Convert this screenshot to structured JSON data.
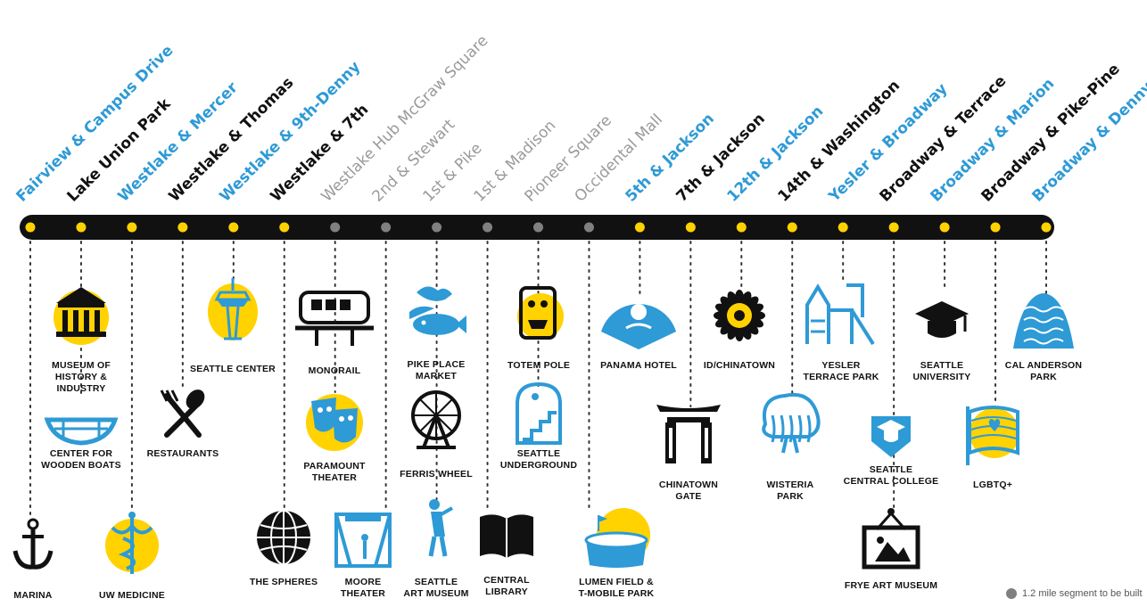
{
  "colors": {
    "accent_blue": "#2e9ad6",
    "yellow": "#ffd200",
    "line_black": "#111111",
    "future_gray": "#808080"
  },
  "stops": [
    {
      "name": "Fairview & Campus Drive",
      "status": "existing",
      "style": "blue"
    },
    {
      "name": "Lake Union Park",
      "status": "existing",
      "style": "black"
    },
    {
      "name": "Westlake & Mercer",
      "status": "existing",
      "style": "blue"
    },
    {
      "name": "Westlake & Thomas",
      "status": "existing",
      "style": "black"
    },
    {
      "name": "Westlake & 9th-Denny",
      "status": "existing",
      "style": "blue"
    },
    {
      "name": "Westlake & 7th",
      "status": "existing",
      "style": "black"
    },
    {
      "name": "Westlake Hub McGraw Square",
      "status": "future",
      "style": "gray"
    },
    {
      "name": "2nd & Stewart",
      "status": "future",
      "style": "gray"
    },
    {
      "name": "1st & Pike",
      "status": "future",
      "style": "gray"
    },
    {
      "name": "1st & Madison",
      "status": "future",
      "style": "gray"
    },
    {
      "name": "Pioneer Square",
      "status": "future",
      "style": "gray"
    },
    {
      "name": "Occidental Mall",
      "status": "future",
      "style": "gray"
    },
    {
      "name": "5th & Jackson",
      "status": "existing",
      "style": "blue"
    },
    {
      "name": "7th & Jackson",
      "status": "existing",
      "style": "black"
    },
    {
      "name": "12th & Jackson",
      "status": "existing",
      "style": "blue"
    },
    {
      "name": "14th & Washington",
      "status": "existing",
      "style": "black"
    },
    {
      "name": "Yesler & Broadway",
      "status": "existing",
      "style": "blue"
    },
    {
      "name": "Broadway & Terrace",
      "status": "existing",
      "style": "black"
    },
    {
      "name": "Broadway & Marion",
      "status": "existing",
      "style": "blue"
    },
    {
      "name": "Broadway & Pike-Pine",
      "status": "existing",
      "style": "black"
    },
    {
      "name": "Broadway & Denny",
      "status": "existing",
      "style": "blue"
    }
  ],
  "landmarks": [
    {
      "label": "MARINA",
      "icon": "anchor-icon",
      "stop": 0
    },
    {
      "label": "MUSEUM OF\nHISTORY &\nINDUSTRY",
      "icon": "museum-icon",
      "stop": 1
    },
    {
      "label": "CENTER FOR\nWOODEN BOATS",
      "icon": "boat-icon",
      "stop": 1
    },
    {
      "label": "UW MEDICINE",
      "icon": "caduceus-icon",
      "stop": 2
    },
    {
      "label": "RESTAURANTS",
      "icon": "fork-spoon-icon",
      "stop": 3
    },
    {
      "label": "SEATTLE CENTER",
      "icon": "space-needle-icon",
      "stop": 4
    },
    {
      "label": "THE SPHERES",
      "icon": "globe-icon",
      "stop": 5
    },
    {
      "label": "MONORAIL",
      "icon": "monorail-icon",
      "stop": 6
    },
    {
      "label": "PARAMOUNT\nTHEATER",
      "icon": "theater-masks-icon",
      "stop": 6
    },
    {
      "label": "MOORE\nTHEATER",
      "icon": "stage-curtain-icon",
      "stop": 7
    },
    {
      "label": "PIKE PLACE\nMARKET",
      "icon": "fish-icon",
      "stop": 8
    },
    {
      "label": "FERRIS WHEEL",
      "icon": "ferris-wheel-icon",
      "stop": 8
    },
    {
      "label": "SEATTLE\nART MUSEUM",
      "icon": "hammering-man-icon",
      "stop": 8
    },
    {
      "label": "CENTRAL\nLIBRARY",
      "icon": "book-icon",
      "stop": 9
    },
    {
      "label": "TOTEM POLE",
      "icon": "totem-icon",
      "stop": 10
    },
    {
      "label": "SEATTLE\nUNDERGROUND",
      "icon": "stairs-icon",
      "stop": 10
    },
    {
      "label": "LUMEN FIELD &\nT-MOBILE PARK",
      "icon": "stadium-icon",
      "stop": 11
    },
    {
      "label": "PANAMA HOTEL",
      "icon": "fan-icon",
      "stop": 12
    },
    {
      "label": "CHINATOWN\nGATE",
      "icon": "gate-icon",
      "stop": 13
    },
    {
      "label": "ID/CHINATOWN",
      "icon": "chrysanthemum-icon",
      "stop": 14
    },
    {
      "label": "WISTERIA\nPARK",
      "icon": "willow-tree-icon",
      "stop": 15
    },
    {
      "label": "YESLER\nTERRACE  PARK",
      "icon": "playground-icon",
      "stop": 16
    },
    {
      "label": "SEATTLE\nCENTRAL COLLEGE",
      "icon": "grad-cap-badge-icon",
      "stop": 17
    },
    {
      "label": "FRYE ART MUSEUM",
      "icon": "picture-frame-icon",
      "stop": 17
    },
    {
      "label": "SEATTLE\nUNIVERSITY",
      "icon": "grad-cap-icon",
      "stop": 18
    },
    {
      "label": "LGBTQ+",
      "icon": "pride-flag-icon",
      "stop": 19
    },
    {
      "label": "CAL ANDERSON\nPARK",
      "icon": "water-mound-icon",
      "stop": 20
    }
  ],
  "legend": {
    "label": "1.2 mile segment to be built"
  }
}
